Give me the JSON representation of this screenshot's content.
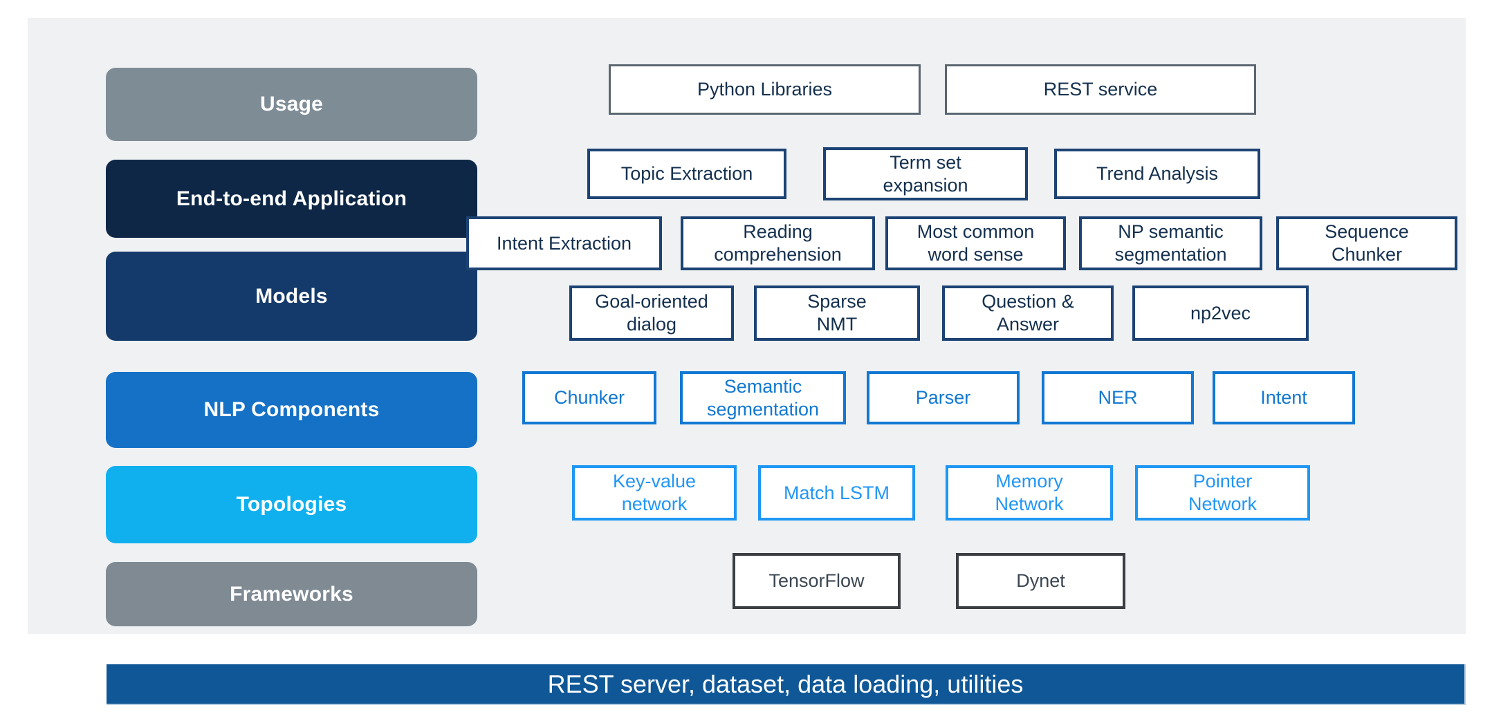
{
  "diagram": {
    "layers": [
      "Usage",
      "End-to-end Application",
      "Models",
      "NLP Components",
      "Topologies",
      "Frameworks"
    ],
    "usage_row": [
      "Python Libraries",
      "REST service"
    ],
    "application_row": [
      "Topic Extraction",
      "Term set\nexpansion",
      "Trend Analysis"
    ],
    "models_row1": [
      "Intent Extraction",
      "Reading\ncomprehension",
      "Most common\nword sense",
      "NP semantic\nsegmentation",
      "Sequence\nChunker"
    ],
    "models_row2": [
      "Goal-oriented\ndialog",
      "Sparse\nNMT",
      "Question &\nAnswer",
      "np2vec"
    ],
    "nlp_components_row": [
      "Chunker",
      "Semantic\nsegmentation",
      "Parser",
      "NER",
      "Intent"
    ],
    "topologies_row": [
      "Key-value\nnetwork",
      "Match LSTM",
      "Memory\nNetwork",
      "Pointer\nNetwork"
    ],
    "frameworks_row": [
      "TensorFlow",
      "Dynet"
    ],
    "bottom_bar": "REST server, dataset, data loading, utilities"
  },
  "colors": {
    "page_background": "#ffffff",
    "panel_background": "#eff1f3",
    "layer_usage": "#7e8c96",
    "layer_end_to_end": "#0e2746",
    "layer_models": "#143a6b",
    "layer_nlp_components": "#1571c6",
    "layer_topologies": "#10b0ef",
    "layer_frameworks": "#7f8a93",
    "box_background": "#ffffff",
    "usage_box_border": "#5b6670",
    "navy_box_border": "#1c4374",
    "navy_box_text": "#14304f",
    "nlp_box_accent": "#1278d2",
    "topology_box_accent": "#1e97f3",
    "framework_box_border": "#3a3e42",
    "framework_box_text": "#3c4653",
    "bottom_bar_background": "#0f5796",
    "bottom_bar_text": "#ffffff"
  }
}
